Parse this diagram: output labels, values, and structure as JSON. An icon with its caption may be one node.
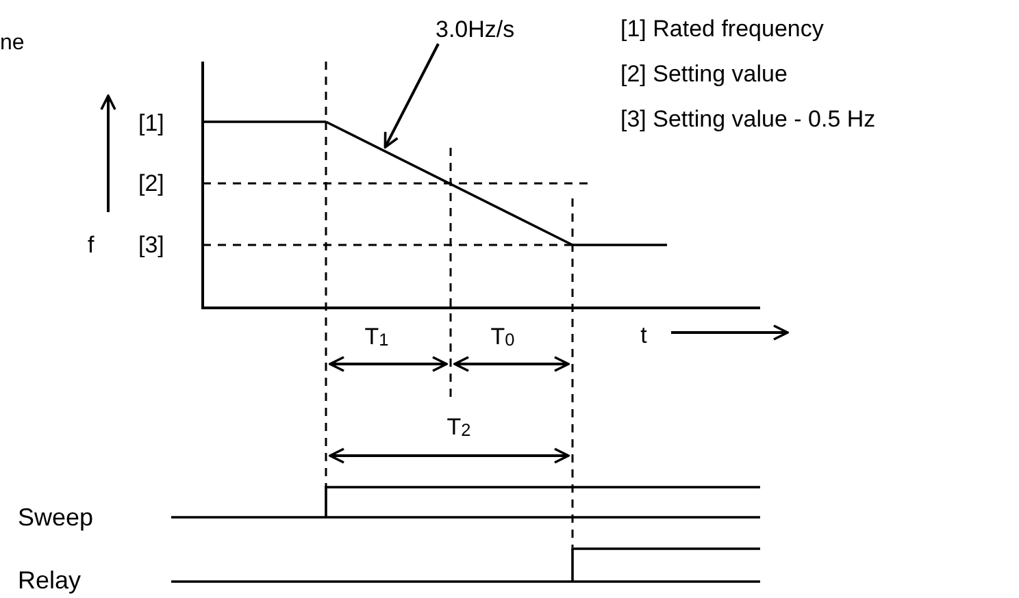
{
  "diagram": {
    "nodes": [
      {
        "text": [
          "3.0Hz/s"
        ]
      },
      {
        "text": [],
        "shape": "line"
      }
    ],
    "edges": [
      {
        "from": 0,
        "to": 1,
        "arrow": "to"
      }
    ],
    "labels": [
      "[1] Rated frequency",
      "ne",
      "[2] Setting value",
      "[1]",
      "[3] Setting value - 0.5 Hz",
      "[2]",
      "f",
      "[3]",
      "T$_{1}$",
      "T$_{0}$",
      "t",
      "T$_{2}$",
      "Sweep",
      "Relay"
    ]
  }
}
